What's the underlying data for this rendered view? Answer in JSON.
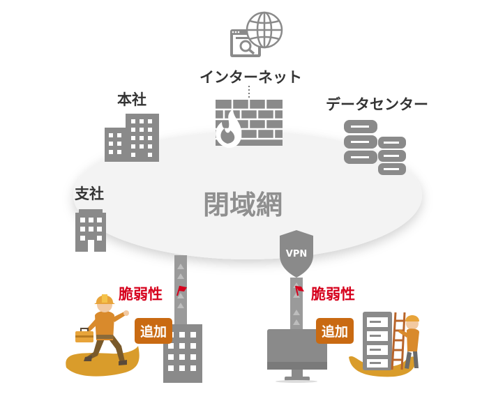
{
  "labels": {
    "internet": "インターネット",
    "headquarters": "本社",
    "datacenter": "データセンター",
    "branch": "支社",
    "closed_network": "閉域網",
    "vulnerability_left": "脆弱性",
    "vulnerability_right": "脆弱性",
    "added_left": "追加",
    "added_right": "追加",
    "vpn": "VPN"
  },
  "icons": [
    "globe-icon",
    "browser-search-icon",
    "firewall-icon",
    "building-icon",
    "server-icon",
    "shield-icon",
    "monitor-icon",
    "worker-icon",
    "ladder-icon",
    "toolbox-icon",
    "flag-icon"
  ],
  "colors": {
    "vulnerability": "#d6001c",
    "badge": "#c96a12",
    "icon_gray": "#8a8a8a",
    "ellipse": "#f2f2f2",
    "ground": "#d99c2b"
  }
}
